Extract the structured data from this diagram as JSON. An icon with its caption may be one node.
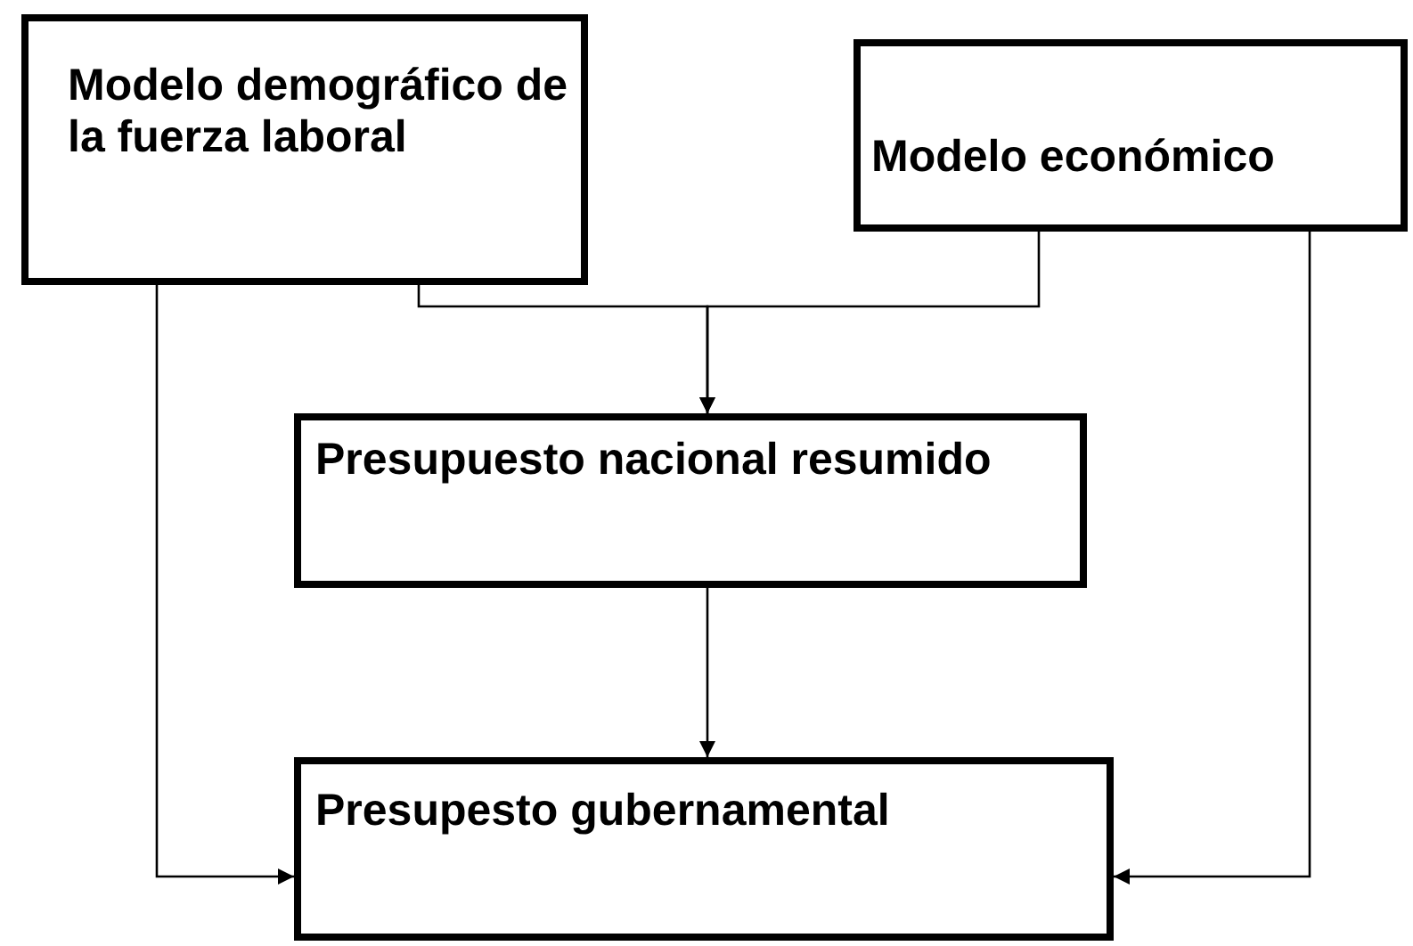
{
  "diagram": {
    "nodes": [
      {
        "text": [
          "Modelo demográfico de la fuerza laboral"
        ]
      },
      {
        "text": [
          "Modelo económico"
        ]
      },
      {
        "text": [
          "Presupuesto nacional resumido"
        ]
      },
      {
        "text": [
          "Presupesto gubernamental"
        ]
      }
    ],
    "edges": [
      {
        "from": 0,
        "to": 2,
        "arrow": "to"
      },
      {
        "from": 1,
        "to": 2,
        "arrow": "to"
      },
      {
        "from": 2,
        "to": 3,
        "arrow": "to"
      },
      {
        "from": 0,
        "to": 3,
        "arrow": "to"
      },
      {
        "from": 1,
        "to": 3,
        "arrow": "to"
      }
    ]
  }
}
